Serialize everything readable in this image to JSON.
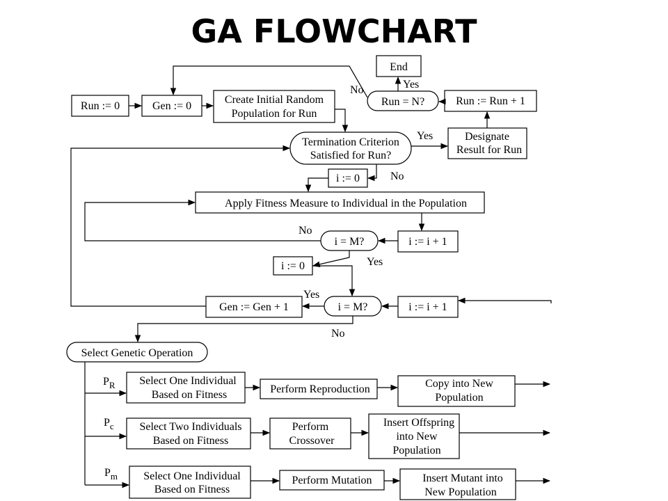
{
  "title": "GA FLOWCHART",
  "nodes": {
    "end": "End",
    "run_eq_n": "Run = N?",
    "run_zero": "Run := 0",
    "gen_zero": "Gen := 0",
    "create_pop_1": "Create Initial Random",
    "create_pop_2": "Population for Run",
    "run_inc": "Run := Run + 1",
    "term_1": "Termination Criterion",
    "term_2": "Satisfied for Run?",
    "designate_1": "Designate",
    "designate_2": "Result for Run",
    "i_zero_a": "i := 0",
    "fitness": "Apply Fitness Measure to Individual in the Population",
    "i_eq_m_a": "i = M?",
    "i_inc_a": "i := i + 1",
    "i_zero_b": "i := 0",
    "gen_inc": "Gen := Gen + 1",
    "i_eq_m_b": "i = M?",
    "i_inc_b": "i := i + 1",
    "select_op": "Select Genetic Operation",
    "sel_one_1a": "Select One Individual",
    "sel_one_1b": "Based on Fitness",
    "reproduction": "Perform Reproduction",
    "copy_1": "Copy into New",
    "copy_2": "Population",
    "sel_two_1": "Select Two Individuals",
    "sel_two_2": "Based on Fitness",
    "crossover_1": "Perform",
    "crossover_2": "Crossover",
    "insert_off_1": "Insert  Offspring",
    "insert_off_2": "into New",
    "insert_off_3": "Population",
    "sel_one_2a": "Select One Individual",
    "sel_one_2b": "Based on Fitness",
    "mutation": "Perform Mutation",
    "insert_mut_1": "Insert Mutant into",
    "insert_mut_2": "New Population"
  },
  "edge_labels": {
    "yes_end": "Yes",
    "no_run": "No",
    "yes_term": "Yes",
    "no_term": "No",
    "no_fit": "No",
    "yes_fit": "Yes",
    "yes_gen": "Yes",
    "no_gen": "No"
  },
  "probabilities": {
    "reproduction": {
      "base": "P",
      "sub": "R"
    },
    "crossover": {
      "base": "P",
      "sub": "c"
    },
    "mutation": {
      "base": "P",
      "sub": "m"
    }
  }
}
